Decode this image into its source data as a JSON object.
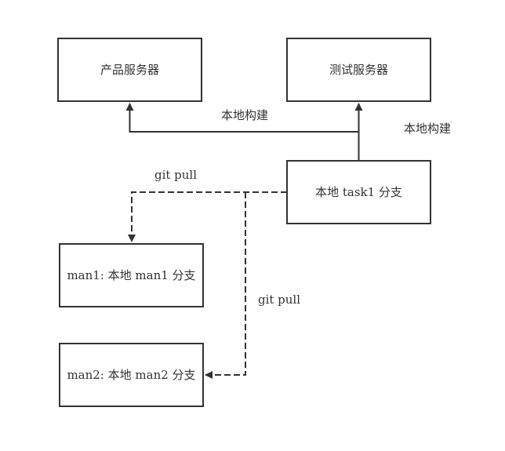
{
  "colors": {
    "stroke": "#333333",
    "background": "#ffffff",
    "text": "#333333"
  },
  "nodes": {
    "prod_server": {
      "label": "产品服务器"
    },
    "test_server": {
      "label": "测试服务器"
    },
    "task1_branch": {
      "label": "本地 task1 分支"
    },
    "man1_branch": {
      "label": "man1: 本地 man1 分支"
    },
    "man2_branch": {
      "label": "man2: 本地 man2 分支"
    }
  },
  "edges": {
    "build_to_prod": {
      "label": "本地构建"
    },
    "build_to_test": {
      "label": "本地构建"
    },
    "pull_to_man1": {
      "label": "git pull"
    },
    "pull_to_man2": {
      "label": "git pull"
    }
  }
}
